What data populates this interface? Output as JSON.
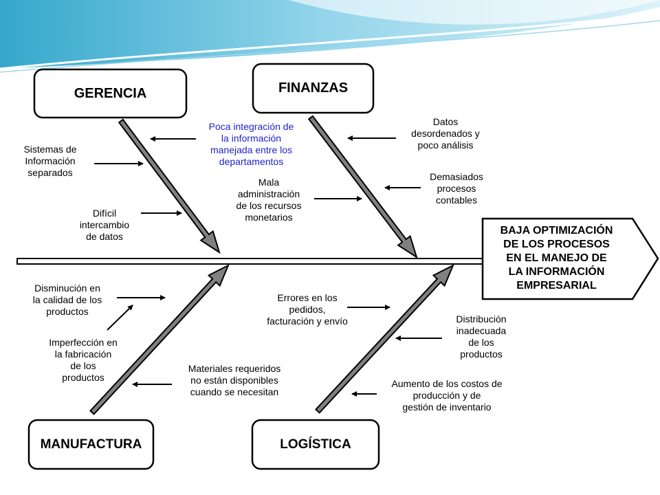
{
  "categories": {
    "gerencia": "GERENCIA",
    "finanzas": "FINANZAS",
    "manufactura": "MANUFACTURA",
    "logistica": "LOGÍSTICA"
  },
  "effect": "BAJA OPTIMIZACIÓN\nDE LOS PROCESOS\nEN EL MANEJO DE\nLA INFORMACIÓN\nEMPRESARIAL",
  "causes": {
    "gerencia": [
      "Poca integración de\nla información\nmanejada entre los\ndepartamentos",
      "Sistemas de\nInformación\nseparados",
      "Difícil\nintercambio\nde datos"
    ],
    "finanzas": [
      "Datos\ndesordenados y\npoco análisis",
      "Demasiados\nprocesos\ncontables",
      "Mala\nadministración\nde los recursos\nmonetarios"
    ],
    "manufactura": [
      "Disminución en\nla calidad de los\nproductos",
      "Imperfección en\nla fabricación\nde los\nproductos",
      "Materiales requeridos\nno están disponibles\ncuando se necesitan"
    ],
    "logistica": [
      "Errores en los\npedidos,\nfacturación y envío",
      "Distribución\ninadecuada\nde los\nproductos",
      "Aumento de los costos de\nproducción y de\ngestión de inventario"
    ]
  },
  "colors": {
    "highlight_text": "#1f1fcc",
    "arrow_fill": "#808080",
    "header_teal": "#2aa3c9"
  }
}
